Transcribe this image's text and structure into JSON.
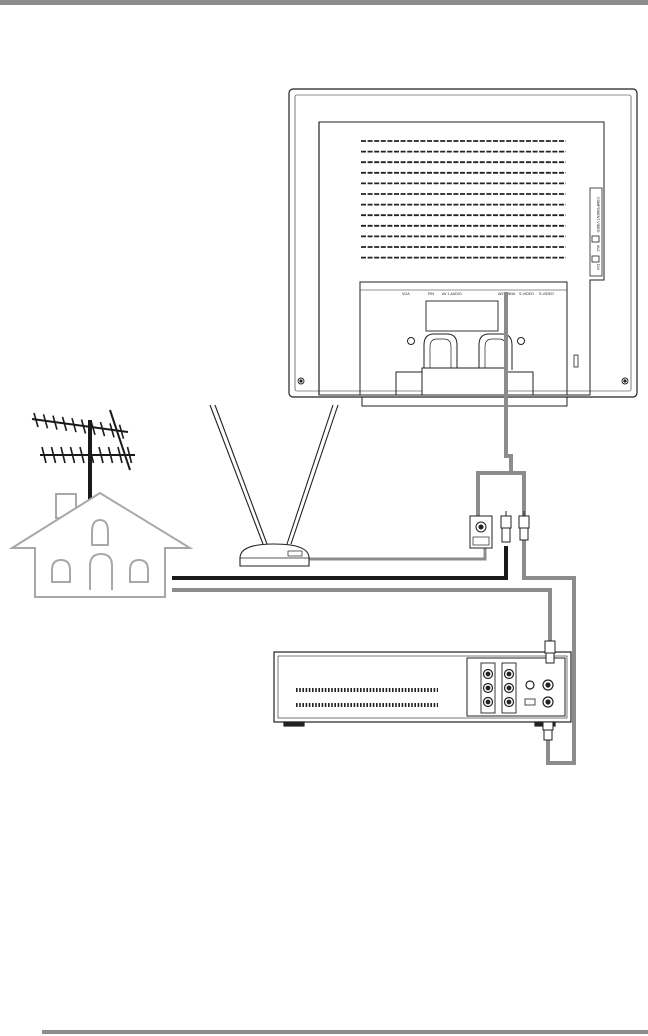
{
  "tv": {
    "port_labels": [
      "VGA",
      "PIN",
      "AV 1 AUDIO",
      "ANTENNA",
      "S-VIDEO",
      "S-VIDEO"
    ],
    "side_labels": [
      "COMPONENT VIDEO",
      "AV2",
      "DVI"
    ]
  },
  "colors": {
    "cable_gray": "#8c8c8c",
    "cable_black": "#1a1a1a",
    "line": "#222222",
    "house": "#a8a8a8"
  }
}
